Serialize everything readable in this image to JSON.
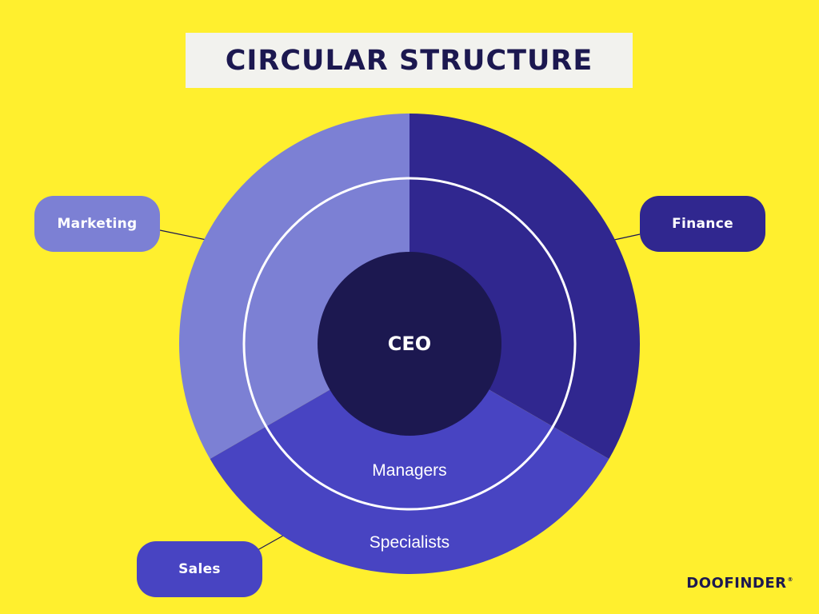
{
  "title": "CIRCULAR STRUCTURE",
  "core": {
    "label": "CEO"
  },
  "rings": [
    {
      "label": "Managers"
    },
    {
      "label": "Specialists"
    }
  ],
  "departments": [
    {
      "label": "Marketing",
      "color": "#7C80D4"
    },
    {
      "label": "Finance",
      "color": "#30278F"
    },
    {
      "label": "Sales",
      "color": "#4844C2"
    }
  ],
  "logo": {
    "wordmark": "DOOFINDER",
    "mark": "®"
  },
  "colors": {
    "background": "#FFEF2E",
    "title_box": "#F2F2EE",
    "ink": "#1C1850",
    "core": "#1C1850",
    "ring_line": "#FFFFFF"
  }
}
